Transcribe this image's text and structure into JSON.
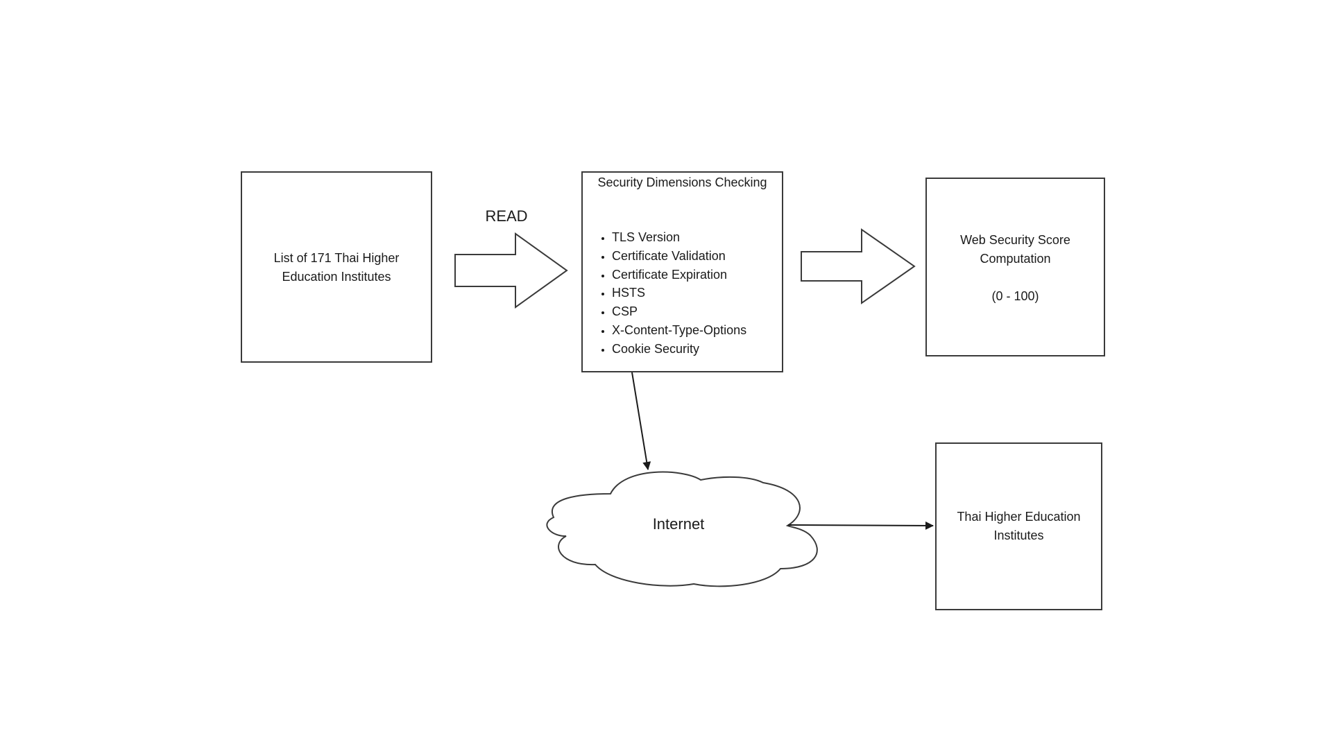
{
  "source_box": {
    "label": "List of 171 Thai Higher\nEducation Institutes"
  },
  "read_arrow": {
    "label": "READ"
  },
  "checks_box": {
    "title": "Security Dimensions Checking",
    "items": [
      "TLS Version",
      "Certificate Validation",
      "Certificate Expiration",
      "HSTS",
      "CSP",
      "X-Content-Type-Options",
      "Cookie Security"
    ]
  },
  "score_box": {
    "label": "Web Security Score\nComputation\n\n(0 - 100)"
  },
  "internet_cloud": {
    "label": "Internet"
  },
  "target_box": {
    "label": "Thai Higher Education\nInstitutes"
  },
  "colors": {
    "stroke": "#3a3a3a",
    "fill": "#ffffff",
    "text": "#1a1a1a"
  }
}
